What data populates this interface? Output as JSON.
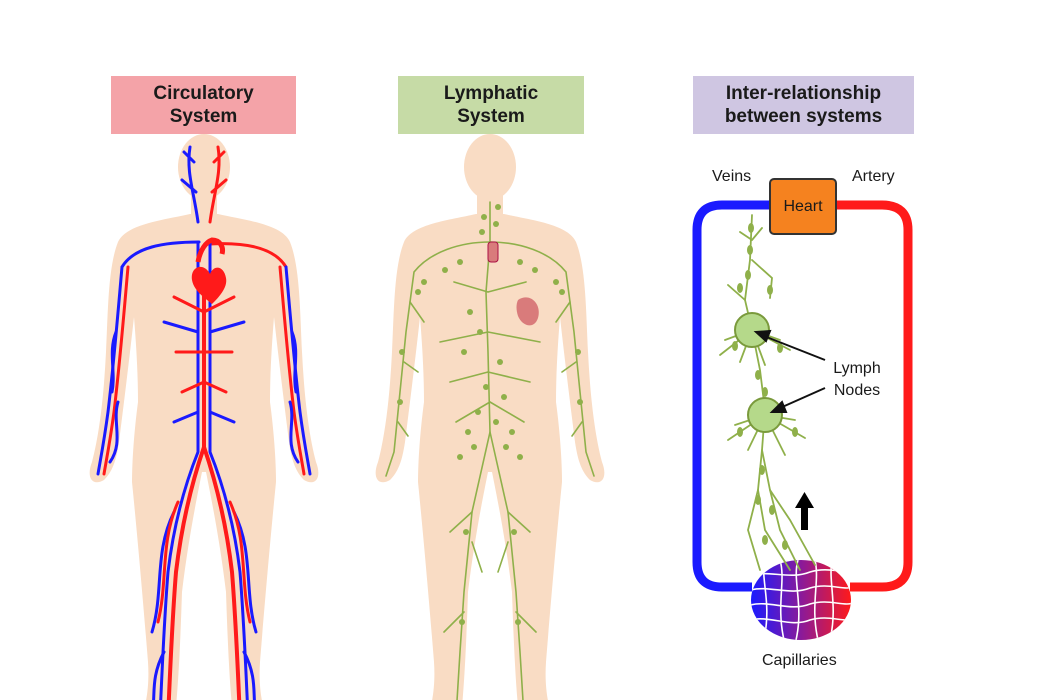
{
  "panels": {
    "circulatory": {
      "title_line1": "Circulatory",
      "title_line2": "System"
    },
    "lymphatic": {
      "title_line1": "Lymphatic",
      "title_line2": "System"
    },
    "inter": {
      "title_line1": "Inter-relationship",
      "title_line2": "between systems"
    }
  },
  "diagram": {
    "veins_label": "Veins",
    "artery_label": "Artery",
    "heart_label": "Heart",
    "lymph_label_line1": "Lymph",
    "lymph_label_line2": "Nodes",
    "capillaries_label": "Capillaries"
  },
  "colors": {
    "artery": "#ff1a1a",
    "vein": "#1a1aff",
    "lymph": "#8fb04a",
    "node": "#b5d98a",
    "skin": "#f9dcc4",
    "heart_box": "#f5821f"
  }
}
